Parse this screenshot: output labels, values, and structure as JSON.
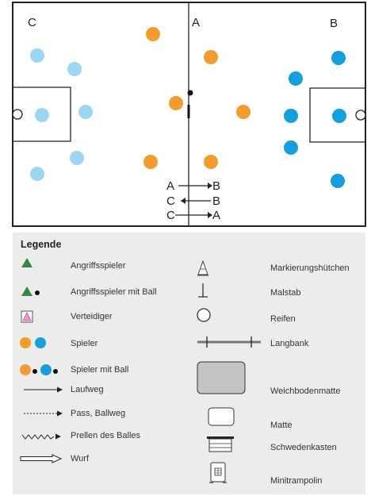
{
  "field": {
    "zone_labels": [
      "C",
      "A",
      "B"
    ],
    "rotations": [
      {
        "from": "A",
        "to": "B"
      },
      {
        "from": "C",
        "to": "B"
      },
      {
        "from": "C",
        "to": "A"
      }
    ],
    "colors": {
      "light_blue": "#9dd6f0",
      "blue": "#14a0de",
      "orange": "#f49c2b",
      "line": "#222222"
    }
  },
  "legend": {
    "title": "Legende",
    "left_items": [
      {
        "icon": "triangle-green-icon",
        "label": "Angriffsspieler"
      },
      {
        "icon": "triangle-with-ball-icon",
        "label": "Angriffsspieler mit Ball"
      },
      {
        "icon": "defender-icon",
        "label": "Verteidiger"
      },
      {
        "icon": "player-dots-icon",
        "label": "Spieler"
      },
      {
        "icon": "player-with-ball-icon",
        "label": "Spieler mit Ball"
      },
      {
        "icon": "run-arrow-icon",
        "label": "Laufweg"
      },
      {
        "icon": "pass-arrow-icon",
        "label": "Pass, Ballweg"
      },
      {
        "icon": "dribble-arrow-icon",
        "label": "Prellen des Balles"
      },
      {
        "icon": "throw-arrow-icon",
        "label": "Wurf"
      }
    ],
    "right_items": [
      {
        "icon": "cone-icon",
        "label": "Markierungshütchen"
      },
      {
        "icon": "pole-icon",
        "label": "Malstab"
      },
      {
        "icon": "hoop-icon",
        "label": "Reifen"
      },
      {
        "icon": "bench-icon",
        "label": "Langbank"
      },
      {
        "icon": "soft-mat-icon",
        "label": "Weichbodenmatte"
      },
      {
        "icon": "mat-icon",
        "label": "Matte"
      },
      {
        "icon": "vaulting-box-icon",
        "label": "Schwedenkasten"
      },
      {
        "icon": "mini-trampoline-icon",
        "label": "Minitrampolin"
      }
    ],
    "colors": {
      "green": "#2e8b3e",
      "pink": "#e69ac8",
      "background": "#ececec",
      "mat_fill": "#c4c4c4"
    }
  }
}
